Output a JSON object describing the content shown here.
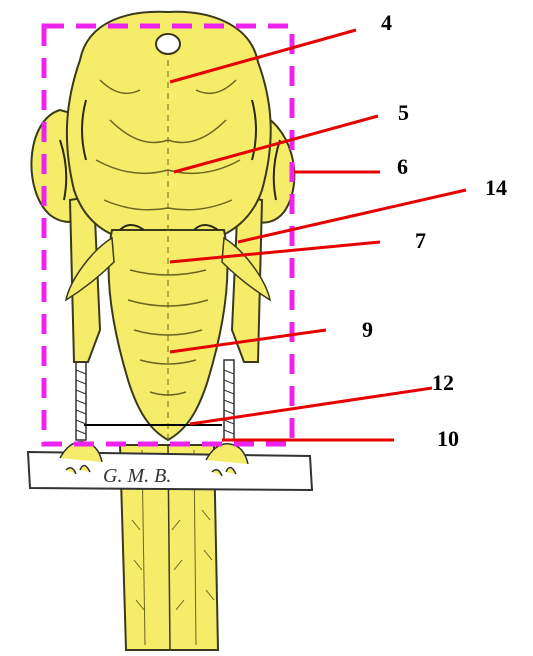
{
  "diagram": {
    "labels": [
      {
        "id": "4",
        "text": "4"
      },
      {
        "id": "5",
        "text": "5"
      },
      {
        "id": "6",
        "text": "6"
      },
      {
        "id": "14",
        "text": "14"
      },
      {
        "id": "7",
        "text": "7"
      },
      {
        "id": "9",
        "text": "9"
      },
      {
        "id": "12",
        "text": "12"
      },
      {
        "id": "10",
        "text": "10"
      }
    ],
    "perch_signature": "G. M. B."
  },
  "colors": {
    "bird_fill": "#f5ec6a",
    "bird_outline": "#3a3a1a",
    "leader_lines": "#e60000",
    "highlight_box": "#ee22ee",
    "perch": "#ffffff"
  }
}
